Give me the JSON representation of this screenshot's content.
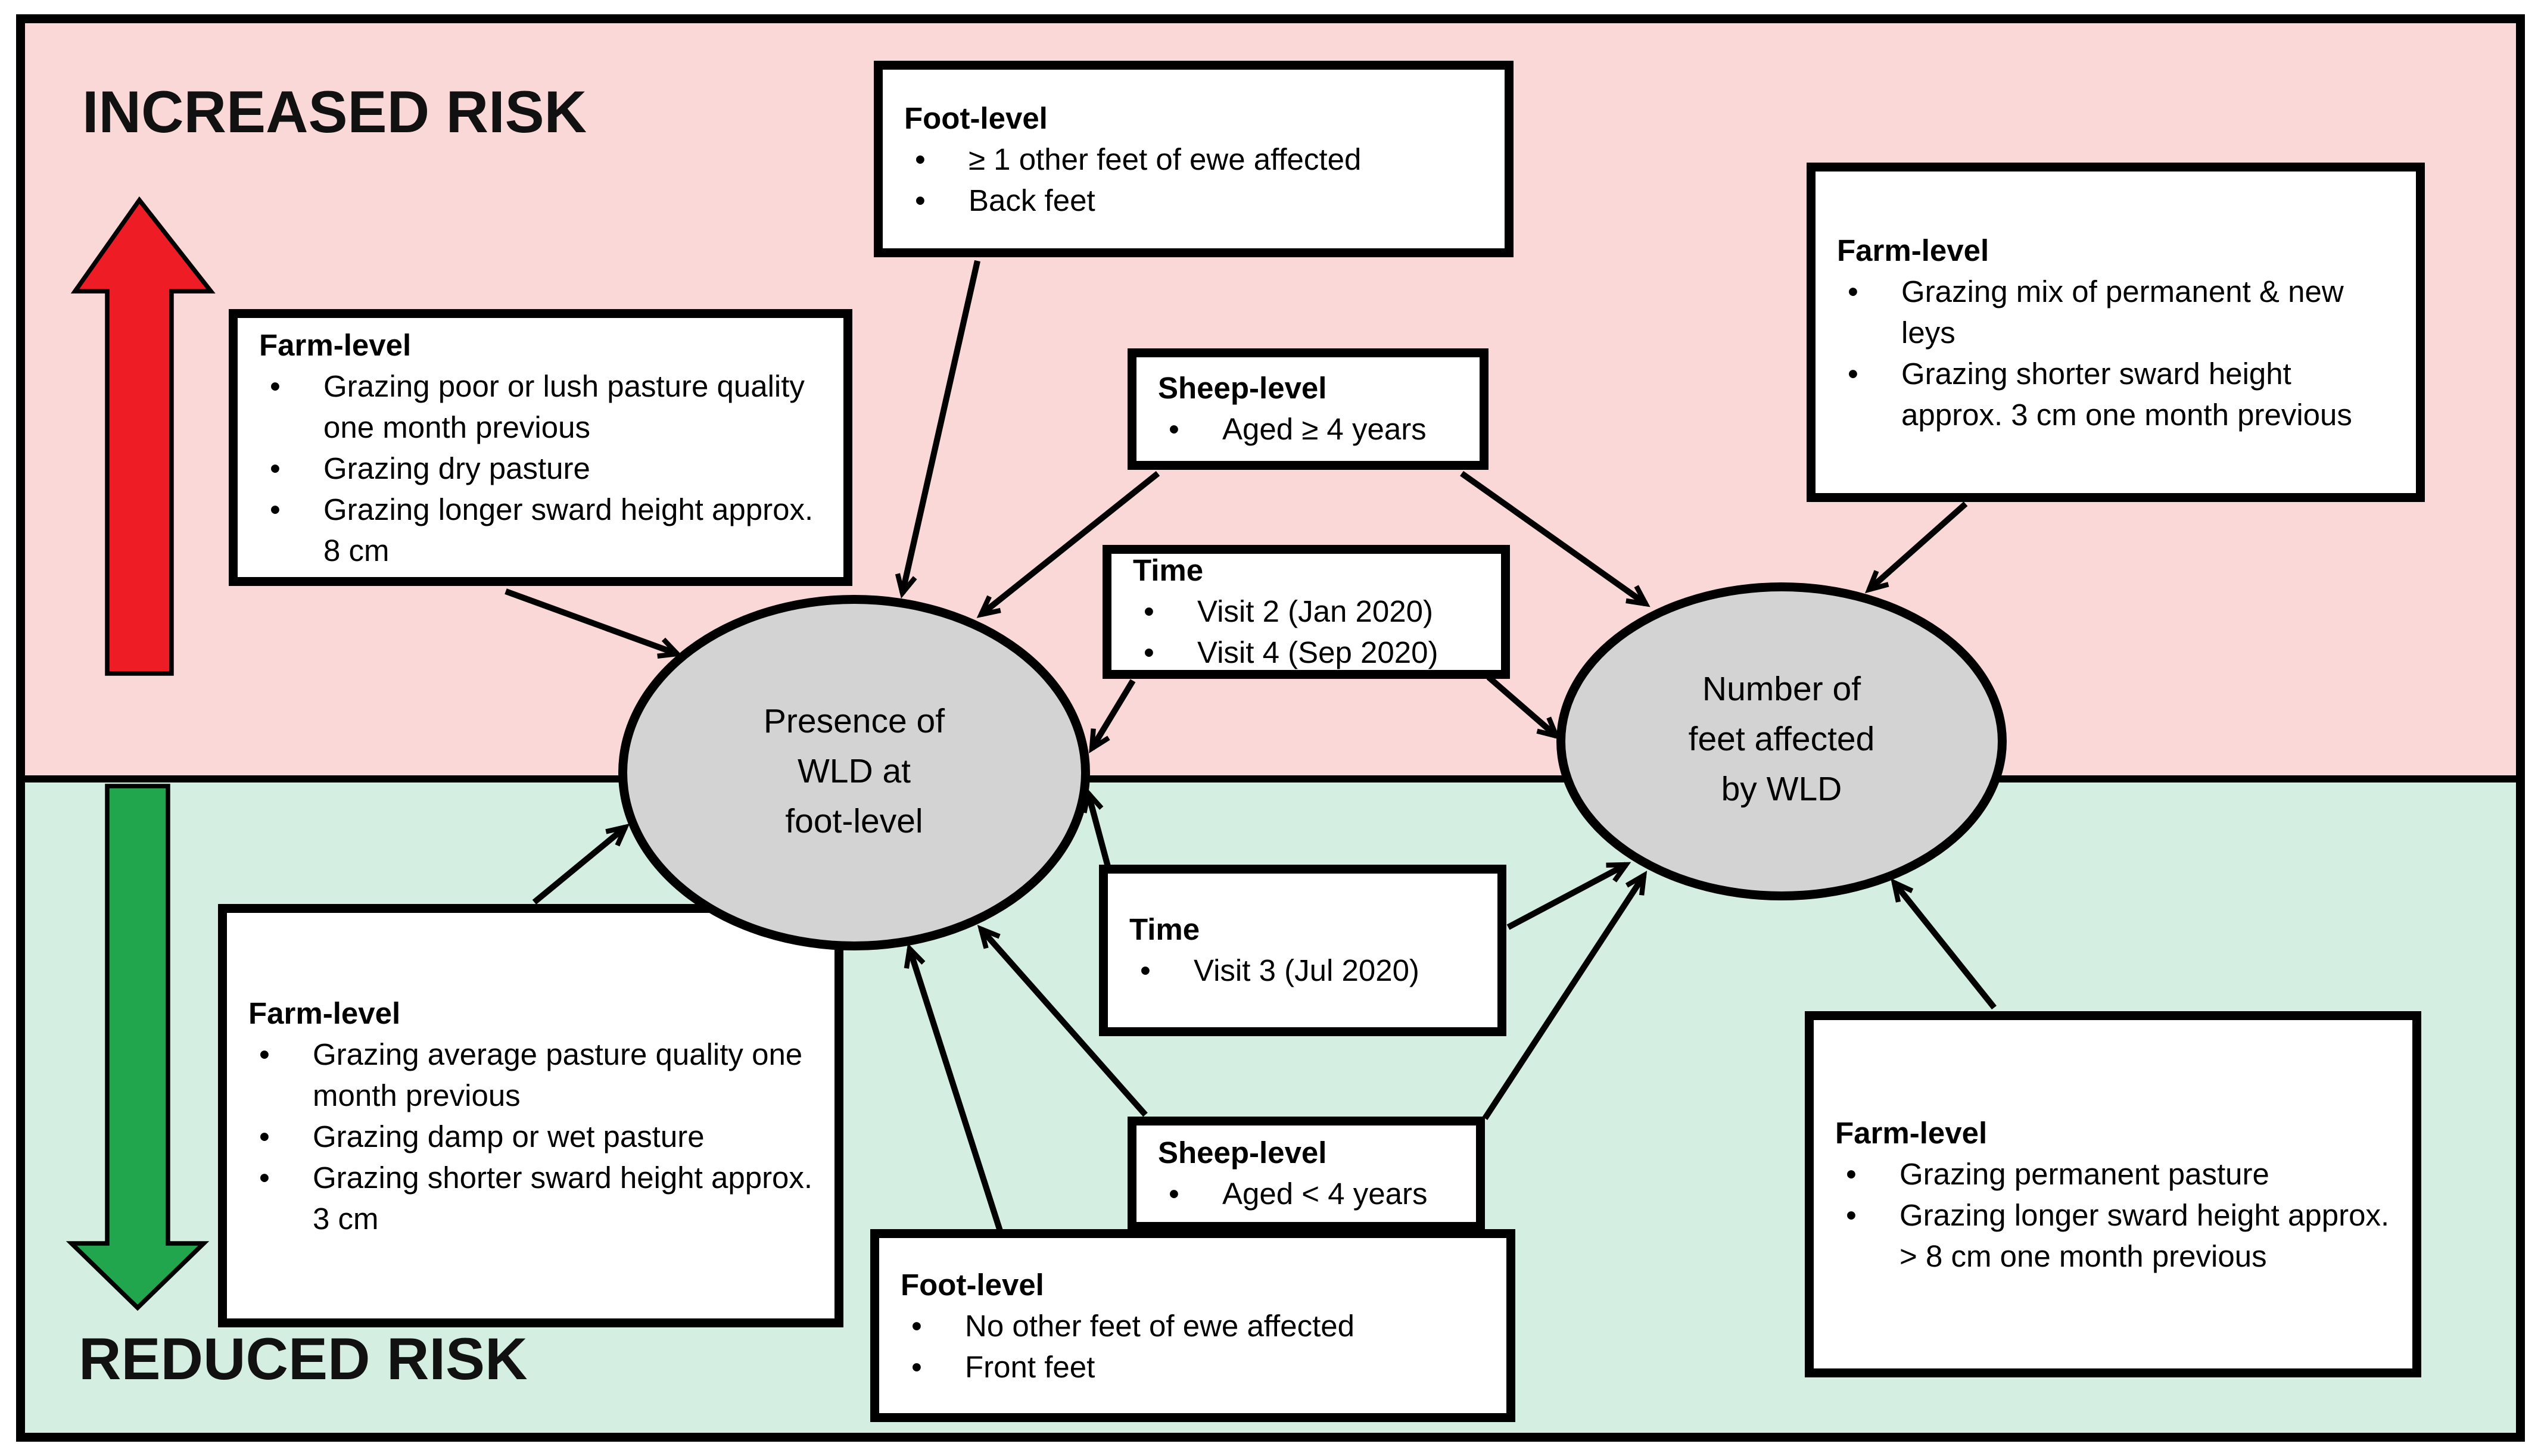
{
  "titles": {
    "increased": "INCREASED RISK",
    "reduced": "REDUCED RISK"
  },
  "nodes": {
    "presence": {
      "text": "Presence of\nWLD at\nfoot-level"
    },
    "number": {
      "text": "Number of\nfeet affected\nby WLD"
    }
  },
  "boxes": {
    "farm_top_left": {
      "heading": "Farm-level",
      "bullets": [
        "Grazing poor or lush pasture quality one month previous",
        "Grazing dry pasture",
        "Grazing longer sward height approx. 8 cm"
      ]
    },
    "foot_top": {
      "heading": "Foot-level",
      "bullets": [
        "≥ 1 other feet of ewe affected",
        "Back feet"
      ]
    },
    "sheep_top": {
      "heading": "Sheep-level",
      "bullets": [
        "Aged ≥ 4 years"
      ]
    },
    "time_top": {
      "heading": "Time",
      "bullets": [
        "Visit 2 (Jan 2020)",
        "Visit 4 (Sep 2020)"
      ]
    },
    "farm_top_right": {
      "heading": "Farm-level",
      "bullets": [
        "Grazing mix of permanent & new leys",
        "Grazing shorter sward height approx. 3 cm one month previous"
      ]
    },
    "farm_bottom_left": {
      "heading": "Farm-level",
      "bullets": [
        "Grazing average pasture quality one month previous",
        "Grazing damp or wet pasture",
        "Grazing shorter sward height approx. 3 cm"
      ]
    },
    "time_bottom": {
      "heading": "Time",
      "bullets": [
        "Visit 3 (Jul 2020)"
      ]
    },
    "sheep_bottom": {
      "heading": "Sheep-level",
      "bullets": [
        "Aged < 4 years"
      ]
    },
    "foot_bottom": {
      "heading": "Foot-level",
      "bullets": [
        "No other feet of ewe affected",
        "Front feet"
      ]
    },
    "farm_bottom_right": {
      "heading": "Farm-level",
      "bullets": [
        "Grazing permanent pasture",
        "Grazing longer sward height approx. > 8 cm one month previous"
      ]
    }
  },
  "colors": {
    "zone_increased_bg": "#fbd8d8",
    "zone_reduced_bg": "#d4efe1",
    "increase_arrow_fill": "#ee1c25",
    "decrease_arrow_fill": "#21a64d",
    "node_fill": "#d3d3d3",
    "line_color": "#000000"
  }
}
